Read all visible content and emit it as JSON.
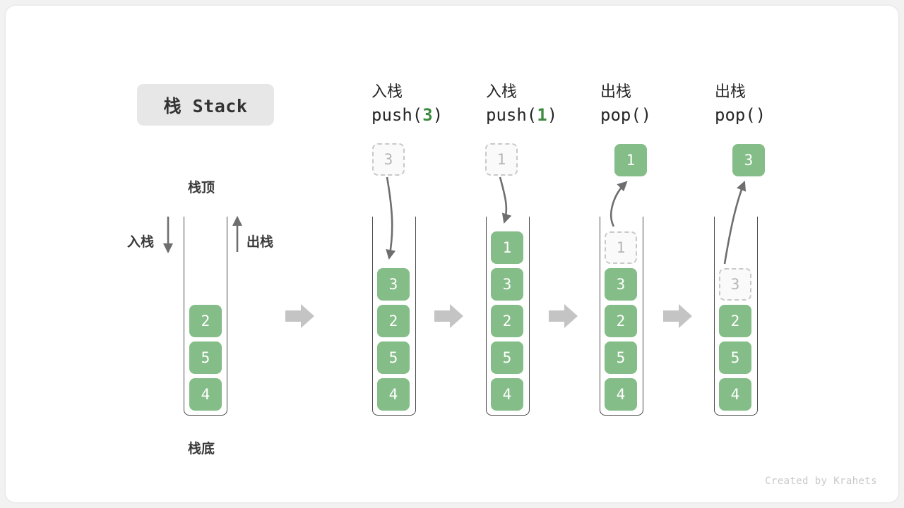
{
  "title": {
    "text": "栈 Stack"
  },
  "labels": {
    "stack_top": "栈顶",
    "stack_bottom": "栈底",
    "push": "入栈",
    "pop": "出栈"
  },
  "colors": {
    "cell_fill": "#85bd88",
    "cell_text": "#ffffff",
    "ghost_fill": "#fafafa",
    "ghost_border": "#c9c9c9",
    "ghost_text": "#b5b5b5",
    "accent_green": "#3d8b40",
    "arrow_gray": "#6e6e6e",
    "separator_gray": "#c4c4c4",
    "container_line": "#4a4a4a",
    "chip_bg": "#e7e7e7",
    "page_bg": "#f2f2f2",
    "card_bg": "#ffffff"
  },
  "columns": [
    {
      "id": "initial",
      "header_cn": "",
      "header_code": "",
      "header_code_num": "",
      "stack": [
        "2",
        "5",
        "4"
      ],
      "ghost_top": null,
      "detached_value": null,
      "detached_kind": null
    },
    {
      "id": "push-3",
      "header_cn": "入栈",
      "header_code_prefix": "push(",
      "header_code_num": "3",
      "header_code_suffix": ")",
      "stack": [
        "3",
        "2",
        "5",
        "4"
      ],
      "ghost_top": null,
      "detached_value": "3",
      "detached_kind": "ghost"
    },
    {
      "id": "push-1",
      "header_cn": "入栈",
      "header_code_prefix": "push(",
      "header_code_num": "1",
      "header_code_suffix": ")",
      "stack": [
        "1",
        "3",
        "2",
        "5",
        "4"
      ],
      "ghost_top": null,
      "detached_value": "1",
      "detached_kind": "ghost"
    },
    {
      "id": "pop-1",
      "header_cn": "出栈",
      "header_code_prefix": "pop(",
      "header_code_num": "",
      "header_code_suffix": ")",
      "stack": [
        "3",
        "2",
        "5",
        "4"
      ],
      "ghost_top": "1",
      "detached_value": "1",
      "detached_kind": "filled"
    },
    {
      "id": "pop-3",
      "header_cn": "出栈",
      "header_code_prefix": "pop(",
      "header_code_num": "",
      "header_code_suffix": ")",
      "stack": [
        "2",
        "5",
        "4"
      ],
      "ghost_top": "3",
      "detached_value": "3",
      "detached_kind": "filled"
    }
  ],
  "footer": {
    "credit": "Created by Krahets"
  }
}
